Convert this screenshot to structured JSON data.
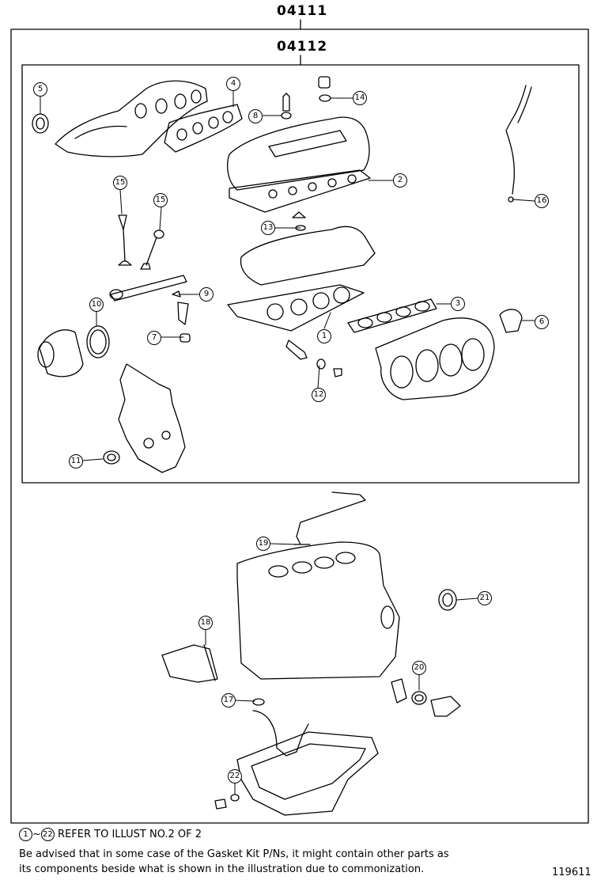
{
  "header": {
    "kit_outer_part_number": "04111",
    "kit_inner_part_number": "04112"
  },
  "callouts": [
    "1",
    "2",
    "3",
    "4",
    "5",
    "6",
    "7",
    "8",
    "9",
    "10",
    "11",
    "12",
    "13",
    "14",
    "15",
    "15",
    "16",
    "17",
    "18",
    "19",
    "20",
    "21",
    "22"
  ],
  "footer": {
    "ref_start": "1",
    "ref_tilde": "~",
    "ref_end": "22",
    "ref_text": "REFER TO ILLUST NO.2 OF 2",
    "advisory_line1": "Be advised that in some case of the Gasket Kit P/Ns,  it might contain other parts as",
    "advisory_line2": "its components beside what is shown in the illustration due to commonization.",
    "illustration_number": "119611"
  }
}
